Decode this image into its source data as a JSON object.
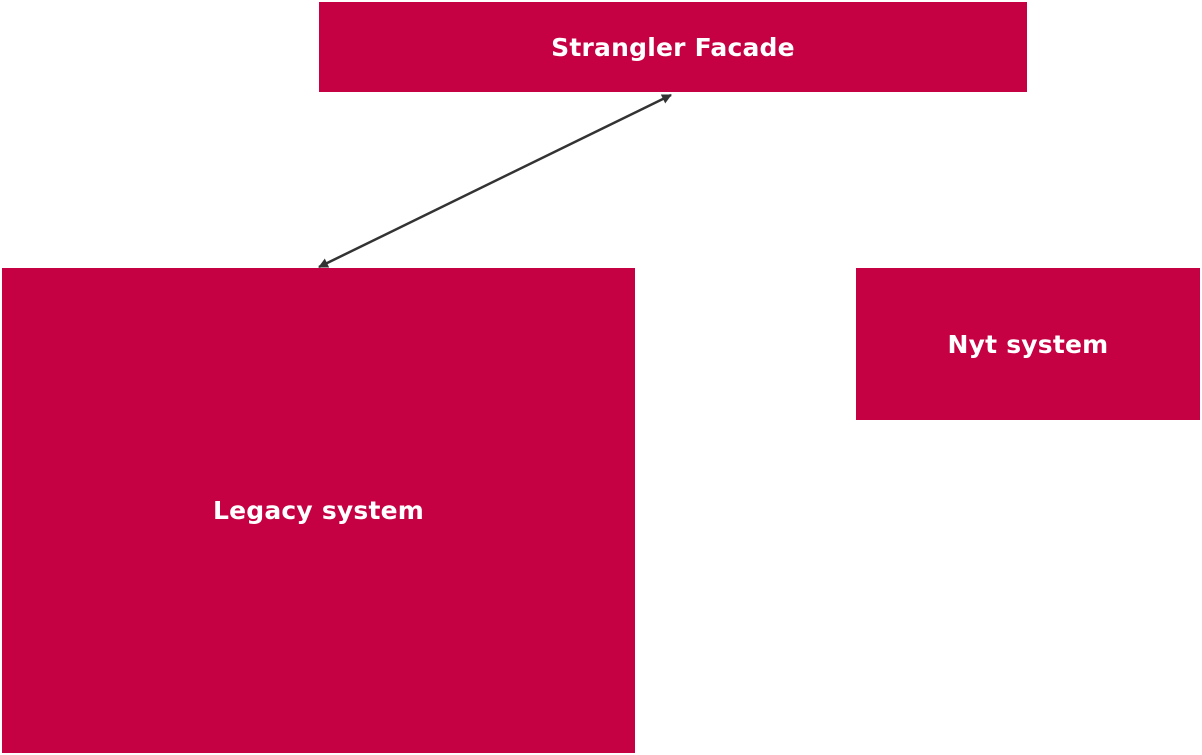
{
  "diagram": {
    "nodes": {
      "facade": {
        "label": "Strangler Facade"
      },
      "legacy": {
        "label": "Legacy system"
      },
      "new_system": {
        "label": "Nyt system"
      }
    },
    "edges": [
      {
        "from": "facade",
        "to": "legacy",
        "direction": "both"
      }
    ],
    "colors": {
      "node_fill": "#c50043",
      "node_text": "#ffffff",
      "connector": "#333333",
      "background": "#ffffff"
    }
  }
}
